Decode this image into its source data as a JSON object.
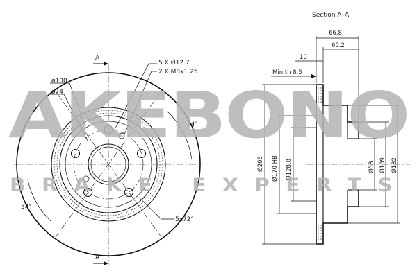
{
  "watermark": {
    "brand": "AKEBONO",
    "tagline": "BRAKE EXPERTS"
  },
  "front_view": {
    "section_marker_top": "A",
    "section_marker_bottom": "A",
    "labels": {
      "hole_pattern": "5 X Ø12.7",
      "thread_holes": "2 X M8x1.25",
      "dia_100": "ø100",
      "dia_74": "ø74",
      "angle_right": "54°",
      "angle_left": "54°",
      "spacing": "5x72°"
    }
  },
  "section_view": {
    "title": "Section A–A",
    "dims": {
      "overall_height": "66.8",
      "hat_height": "60.2",
      "thickness": "10",
      "min_thickness": "Min th 8.5",
      "d266": "Ø266",
      "d170": "Ø170 HB",
      "d128": "Ø128.8",
      "d58": "Ø58",
      "d139": "Ø139",
      "d182": "Ø182"
    }
  }
}
